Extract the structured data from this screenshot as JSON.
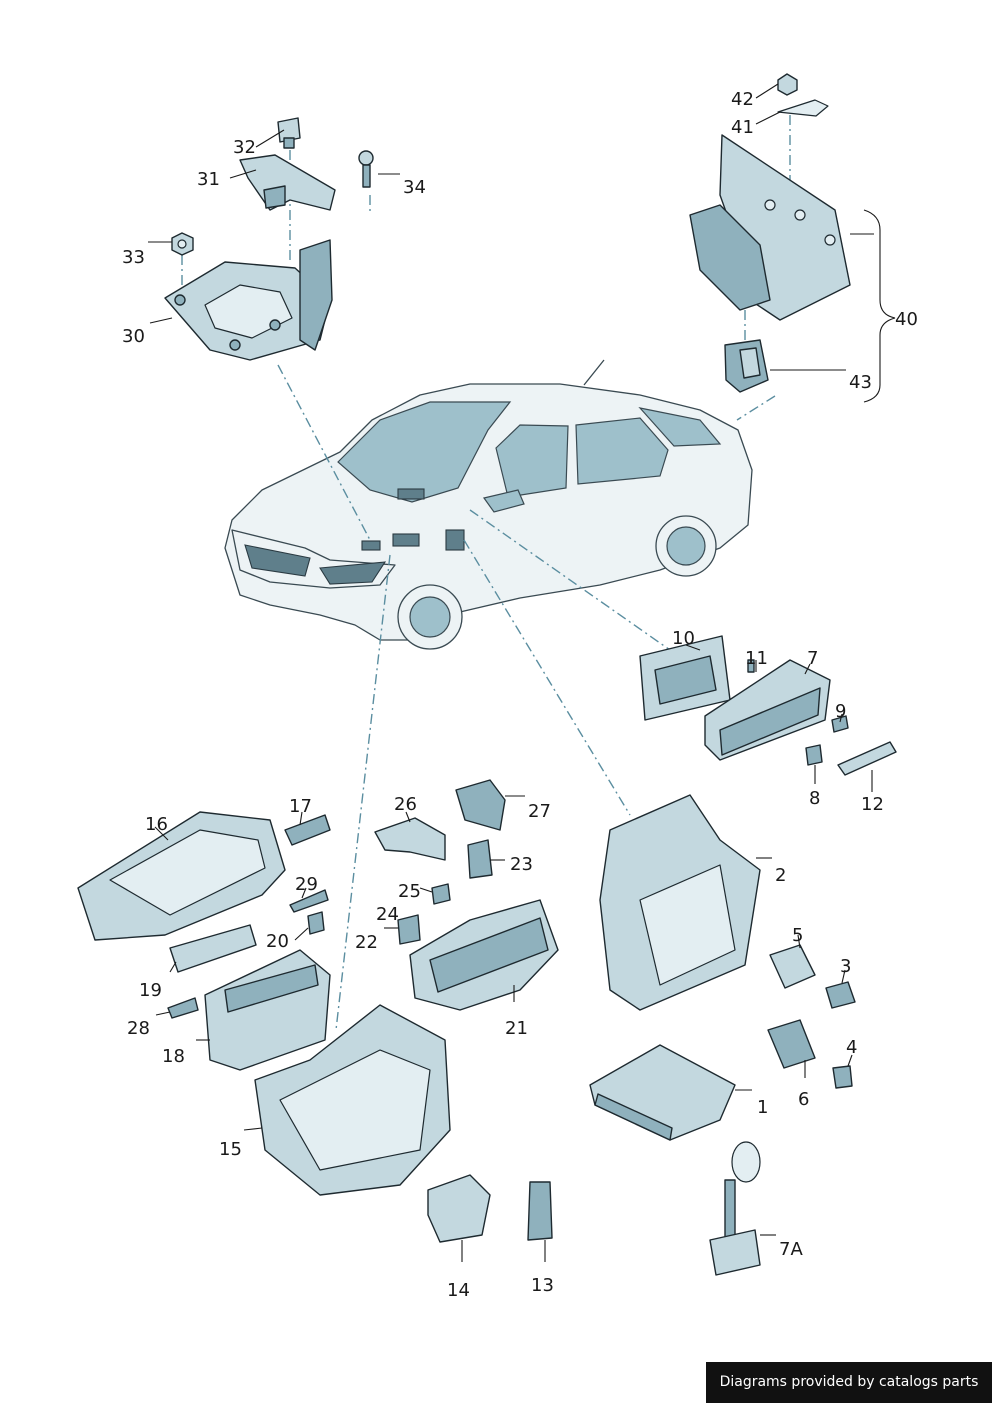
{
  "callouts": {
    "c1": "1",
    "c2": "2",
    "c3": "3",
    "c4": "4",
    "c5": "5",
    "c6": "6",
    "c7": "7",
    "c7A": "7A",
    "c8": "8",
    "c9": "9",
    "c10": "10",
    "c11": "11",
    "c12": "12",
    "c13": "13",
    "c14": "14",
    "c15": "15",
    "c16": "16",
    "c17": "17",
    "c18": "18",
    "c19": "19",
    "c20": "20",
    "c21": "21",
    "c22": "22",
    "c23": "23",
    "c24": "24",
    "c25": "25",
    "c26": "26",
    "c27": "27",
    "c28": "28",
    "c29": "29",
    "c30": "30",
    "c31": "31",
    "c32": "32",
    "c33": "33",
    "c34": "34",
    "c40": "40",
    "c41": "41",
    "c42": "42",
    "c43": "43"
  },
  "footer": {
    "credit": "Diagrams provided by catalogs parts"
  },
  "colors": {
    "part_fill": "#c3d8df",
    "part_shade": "#8fb1bd",
    "outline": "#1e2a30",
    "dash_line": "#5b8ea0"
  }
}
